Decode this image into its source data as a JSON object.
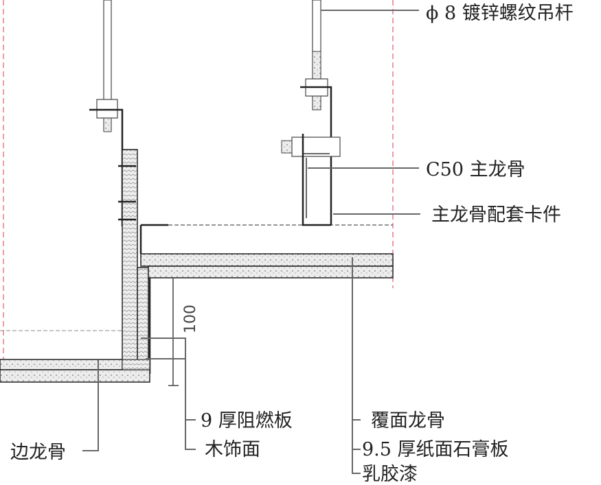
{
  "labels": {
    "rod": "ϕ 8 镀锌螺纹吊杆",
    "main_keel": "C50 主龙骨",
    "clip": "主龙骨配套卡件",
    "fire_board": "9 厚阻燃板",
    "wood_finish": "木饰面",
    "edge_keel": "边龙骨",
    "cover_keel": "覆面龙骨",
    "gypsum": "9.5 厚纸面石膏板",
    "latex": "乳胶漆"
  },
  "dimension": "100",
  "colors": {
    "line": "#222222",
    "centerline": "#e57a8a",
    "fill": "#e4e4e4"
  }
}
